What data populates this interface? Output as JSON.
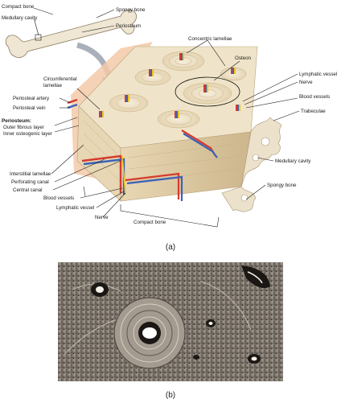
{
  "figure": {
    "panel_a_caption": "(a)",
    "panel_b_caption": "(b)"
  },
  "labels": {
    "compact_bone_top": "Compact bone",
    "medullary_cavity_top": "Medullary cavity",
    "spongy_bone_top": "Spongy bone",
    "periosteum_top": "Periosteum",
    "concentric_lamellae": "Concentric lamellae",
    "osteon": "Osteon",
    "lymphatic_vessel_right": "Lymphatic vessel",
    "nerve_right": "Nerve",
    "blood_vessels_right": "Blood vessels",
    "trabeculae": "Trabeculae",
    "circumferential_lamellae_1": "Circumferential",
    "circumferential_lamellae_2": "lamellae",
    "periosteal_artery": "Periosteal artery",
    "periosteal_vein": "Periosteal vein",
    "periosteum_heading": "Periosteum:",
    "outer_fibrous_layer": "Outer fibrous layer",
    "inner_osteogenic_layer": "Inner osteogenic layer",
    "interstitial_lamellae": "Interstitial lamellae",
    "perforating_canal": "Perforating canal",
    "central_canal": "Central canal",
    "blood_vessels_bottom": "Blood vessels",
    "lymphatic_vessel_bottom": "Lymphatic vessel",
    "nerve_bottom": "Nerve",
    "compact_bone_bottom": "Compact bone",
    "medullary_cavity_right": "Medullary cavity",
    "spongy_bone_right": "Spongy bone"
  },
  "colors": {
    "artery": "#d63a2c",
    "vein": "#3a62b8",
    "nerve": "#f2c31b",
    "bone_light": "#f1e6cf",
    "bone_mid": "#e3d2b0",
    "bone_dark": "#c8b28a",
    "periosteum": "#f3c9a8",
    "micrograph_bg": "#8d857c"
  }
}
